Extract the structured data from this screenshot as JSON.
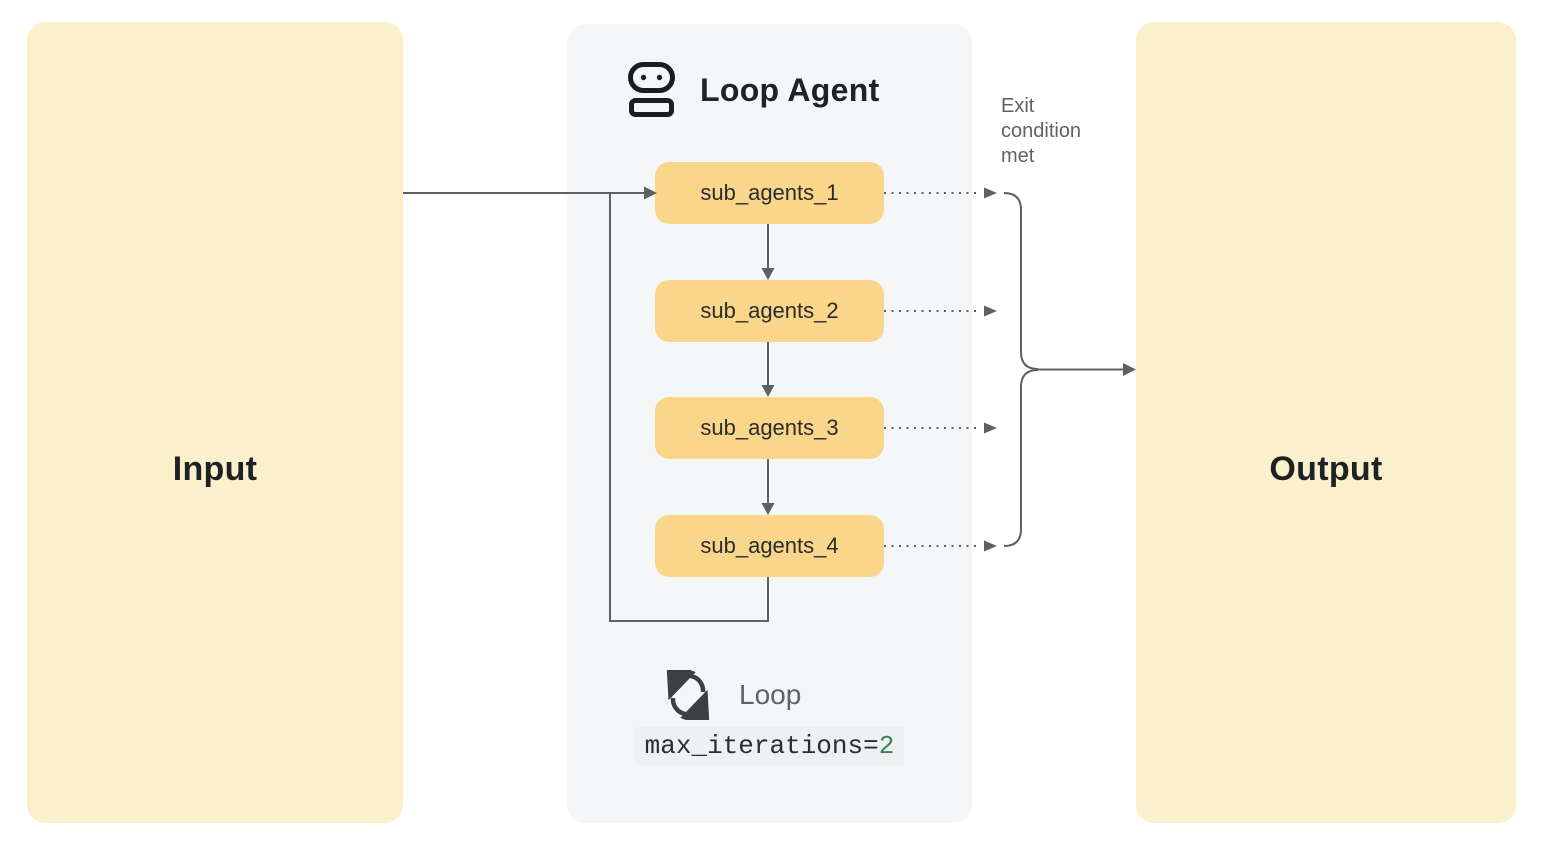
{
  "colors": {
    "io_box_fill": "#FAF0CC",
    "agent_box_fill": "#F9D689",
    "panel_fill": "#F4F6F8",
    "line_gray": "#5C6166",
    "muted_text": "#5F6368",
    "dark_text": "#202124",
    "code_text": "#2B2D30",
    "code_value_green": "#3C8256",
    "code_bg": "#EEF0F1"
  },
  "input": {
    "label": "Input"
  },
  "output": {
    "label": "Output"
  },
  "loop_agent": {
    "title": "Loop Agent",
    "icon": "robot-icon",
    "sub_agents": [
      {
        "label": "sub_agents_1"
      },
      {
        "label": "sub_agents_2"
      },
      {
        "label": "sub_agents_3"
      },
      {
        "label": "sub_agents_4"
      }
    ],
    "loop": {
      "icon": "loop-sync-icon",
      "label": "Loop",
      "code_prefix": "max_iterations=",
      "code_value": "2"
    }
  },
  "annotations": {
    "exit_condition": "Exit condition met"
  }
}
